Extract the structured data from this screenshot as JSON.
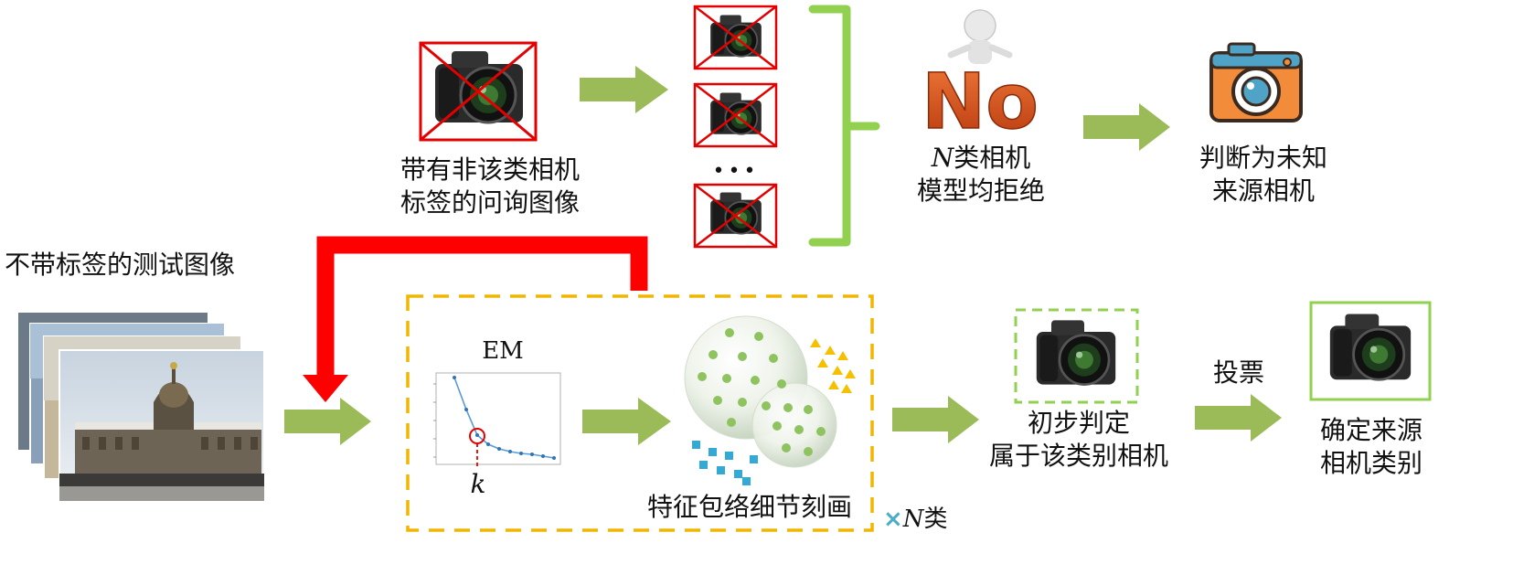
{
  "labels": {
    "test_images": "不带标签的测试图像",
    "query_line1": "带有非该类相机",
    "query_line2": "标签的问询图像",
    "ellipsis": "•••",
    "n_class_italic": "N",
    "n_class_line1_rest": "类相机",
    "n_class_line2": "模型均拒绝",
    "unknown_line1": "判断为未知",
    "unknown_line2": "来源相机",
    "em": "EM",
    "k": "k",
    "feature": "特征包络细节刻画",
    "times": "×",
    "n_type_italic": "N",
    "n_type_rest": "类",
    "prelim_line1": "初步判定",
    "prelim_line2": "属于该类别相机",
    "vote": "投票",
    "final_line1": "确定来源",
    "final_line2": "相机类别",
    "no_logo": "No"
  },
  "colors": {
    "arrow_green": "#9bbb59",
    "bracket_green": "#92d050",
    "red_feedback": "#ff0000",
    "dashed_box": "#f2b600",
    "dot_green": "#8fc35f",
    "triangle_yellow": "#f5c000",
    "square_blue": "#33a9d6",
    "times_blue": "#4bacc6",
    "no_orange": "#e05a1e"
  },
  "icons": [
    "camera-icon",
    "crossed-camera-icon",
    "no-mascot-icon",
    "orange-camera-icon",
    "photo-stack-icon",
    "em-elbow-plot-icon",
    "feature-clusters-icon"
  ]
}
